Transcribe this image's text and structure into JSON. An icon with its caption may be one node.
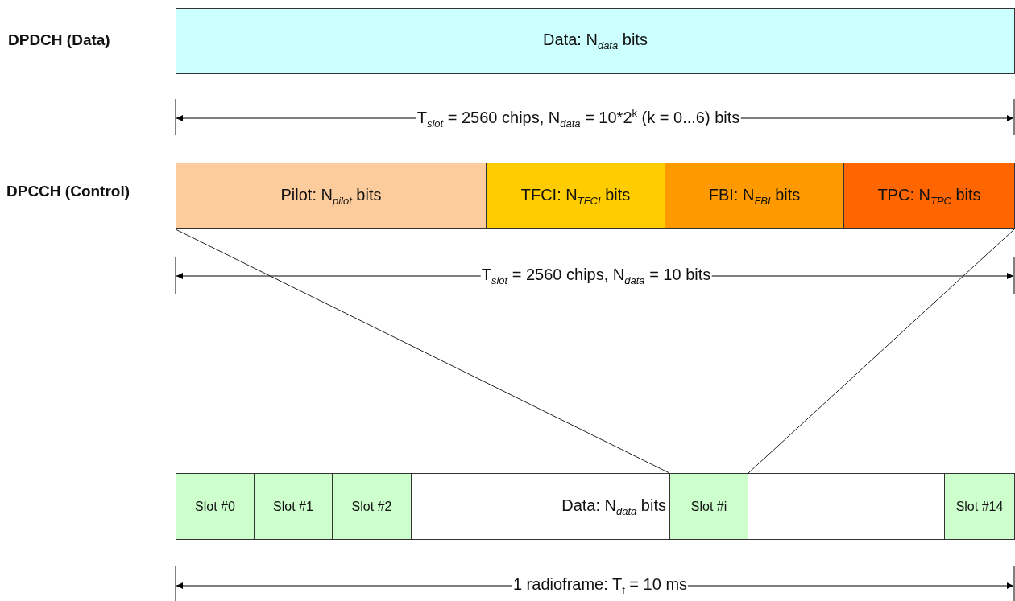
{
  "diagram": {
    "nodes": [
      {
        "text": [
          "Data: N$_{data}$ bits"
        ]
      },
      {
        "text": [
          "Pilot: N$_{pilot}$ bits"
        ]
      },
      {
        "text": [
          "TFCI: N$_{TFCI}$ bits"
        ]
      },
      {
        "text": [
          "FBI: N$_{FBI}$ bits"
        ]
      },
      {
        "text": [
          "TPC: N$_{TPC}$ bits"
        ]
      },
      {
        "text": [
          "Slot #0"
        ]
      },
      {
        "text": [
          "Slot #1"
        ]
      },
      {
        "text": [
          "Slot #2"
        ]
      },
      {
        "text": [
          "Data: N$_{data}$ bits"
        ]
      },
      {
        "text": [
          "Slot #i"
        ]
      },
      {
        "text": [],
        "shape": "box"
      },
      {
        "text": [
          "Slot #14"
        ]
      }
    ],
    "edges": [
      {
        "from": 9,
        "to": 1,
        "arrow": "none"
      },
      {
        "from": 9,
        "to": 4,
        "arrow": "none"
      }
    ],
    "labels": [
      "DPDCH (Data)",
      "T$_{slot}$ = 2560 chips, N$_{data}$ = 10*2$^{k}$ (k = 0...6) bits",
      "DPCCH (Control)",
      "T$_{slot}$ = 2560 chips, N$_{data}$ = 10 bits",
      "1 radioframe: T$_{f}$ = 10 ms"
    ]
  }
}
